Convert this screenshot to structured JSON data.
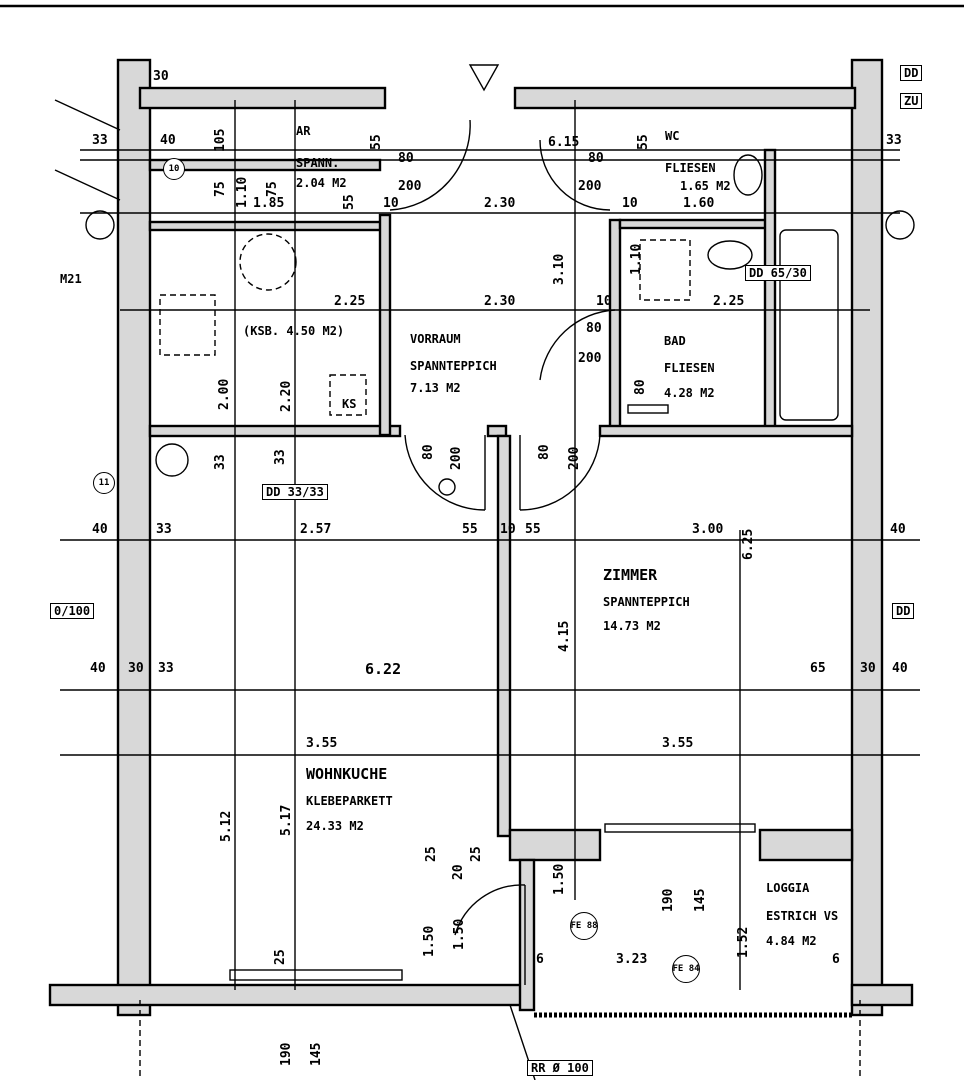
{
  "rooms": {
    "ar": {
      "name": "AR",
      "floor": "SPANN.",
      "area": "2.04 M2"
    },
    "wc": {
      "name": "WC",
      "floor": "FLIESEN",
      "area": "1.65 M2"
    },
    "vorraum": {
      "name": "VORRAUM",
      "floor": "SPANNTEPPICH",
      "area": "7.13 M2"
    },
    "bad": {
      "name": "BAD",
      "floor": "FLIESEN",
      "area": "4.28 M2"
    },
    "zimmer": {
      "name": "ZIMMER",
      "floor": "SPANNTEPPICH",
      "area": "14.73 M2"
    },
    "wohnkuche": {
      "name": "WOHNKUCHE",
      "floor": "KLEBEPARKETT",
      "area": "24.33 M2"
    },
    "loggia": {
      "name": "LOGGIA",
      "floor": "ESTRICH VS",
      "area": "4.84 M2"
    }
  },
  "annotations": {
    "ksb": "(KSB. 4.50 M2)",
    "ks": "KS",
    "m21": "M21",
    "dd_33": "DD 33/33",
    "dd_65": "DD 65/30",
    "dd_left": "0/100",
    "dd_right": "DD",
    "dd_top_right_1": "DD",
    "dd_top_right_2": "ZU",
    "rr": "RR Ø 100",
    "fe_1": "FE 88",
    "fe_2": "FE 84",
    "marker_10": "10",
    "marker_11": "11"
  },
  "dims": {
    "d_30": "30",
    "d_33_tl": "33",
    "d_40": "40",
    "d_105": "105",
    "d_55_ar": "55",
    "d_80_a": "80",
    "d_200_a": "200",
    "d_75_a": "75",
    "d_110": "1.10",
    "d_75_b": "75",
    "d_185": "1.85",
    "d_55b": "55",
    "d_10_a": "10",
    "d_230_top": "2.30",
    "d_615": "6.15",
    "d_80_wc": "80",
    "d_200_wc": "200",
    "d_55_wc": "55",
    "d_10_wc": "10",
    "d_160": "1.60",
    "d_33_tr": "33",
    "d_310": "3.10",
    "d_110_bad": "1.10",
    "d_225_l": "2.25",
    "d_230_mid": "2.30",
    "d_225_r": "2.25",
    "d_10_bad": "10",
    "d_80_bad": "80",
    "d_200_bad": "200",
    "d_80_bad2": "80",
    "d_200_ksb": "2.00",
    "d_220": "2.20",
    "d_33_a": "33",
    "d_33_b": "33",
    "d_80_d1": "80",
    "d_200_d1": "200",
    "d_80_d2": "80",
    "d_200_d2": "200",
    "d_257": "2.57",
    "d_55_c": "55",
    "d_10_c": "10",
    "d_55_d": "55",
    "d_300": "3.00",
    "d_625": "6.25",
    "d_40_l": "40",
    "d_33_l": "33",
    "d_40_r": "40",
    "d_415": "4.15",
    "d_40_l2": "40",
    "d_30_l2": "30",
    "d_33_l2": "33",
    "d_622": "6.22",
    "d_65": "65",
    "d_30_r2": "30",
    "d_40_r2": "40",
    "d_355_l": "3.55",
    "d_355_r": "3.55",
    "d_512": "5.12",
    "d_517": "5.17",
    "d_25_a": "25",
    "d_20_a": "20",
    "d_25_b": "25",
    "d_150_a": "1.50",
    "d_150_b": "1.50",
    "d_150_c": "1.50",
    "d_190_a": "190",
    "d_145_a": "145",
    "d_152": "1.52",
    "d_323": "3.23",
    "d_6_a": "6",
    "d_6_b": "6",
    "d_25_c": "25",
    "d_190_b": "190",
    "d_145_b": "145"
  }
}
